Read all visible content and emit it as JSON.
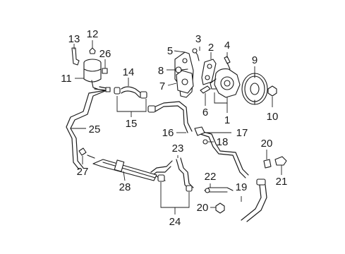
{
  "callouts": {
    "c1": "1",
    "c2": "2",
    "c3": "3",
    "c4": "4",
    "c5": "5",
    "c6": "6",
    "c7": "7",
    "c8": "8",
    "c9": "9",
    "c10": "10",
    "c11": "11",
    "c12": "12",
    "c13": "13",
    "c14": "14",
    "c15": "15",
    "c16": "16",
    "c17": "17",
    "c18": "18",
    "c19": "19",
    "c20a": "20",
    "c20b": "20",
    "c21": "21",
    "c22": "22",
    "c23": "23",
    "c24": "24",
    "c25": "25",
    "c26": "26",
    "c27": "27",
    "c28": "28"
  }
}
